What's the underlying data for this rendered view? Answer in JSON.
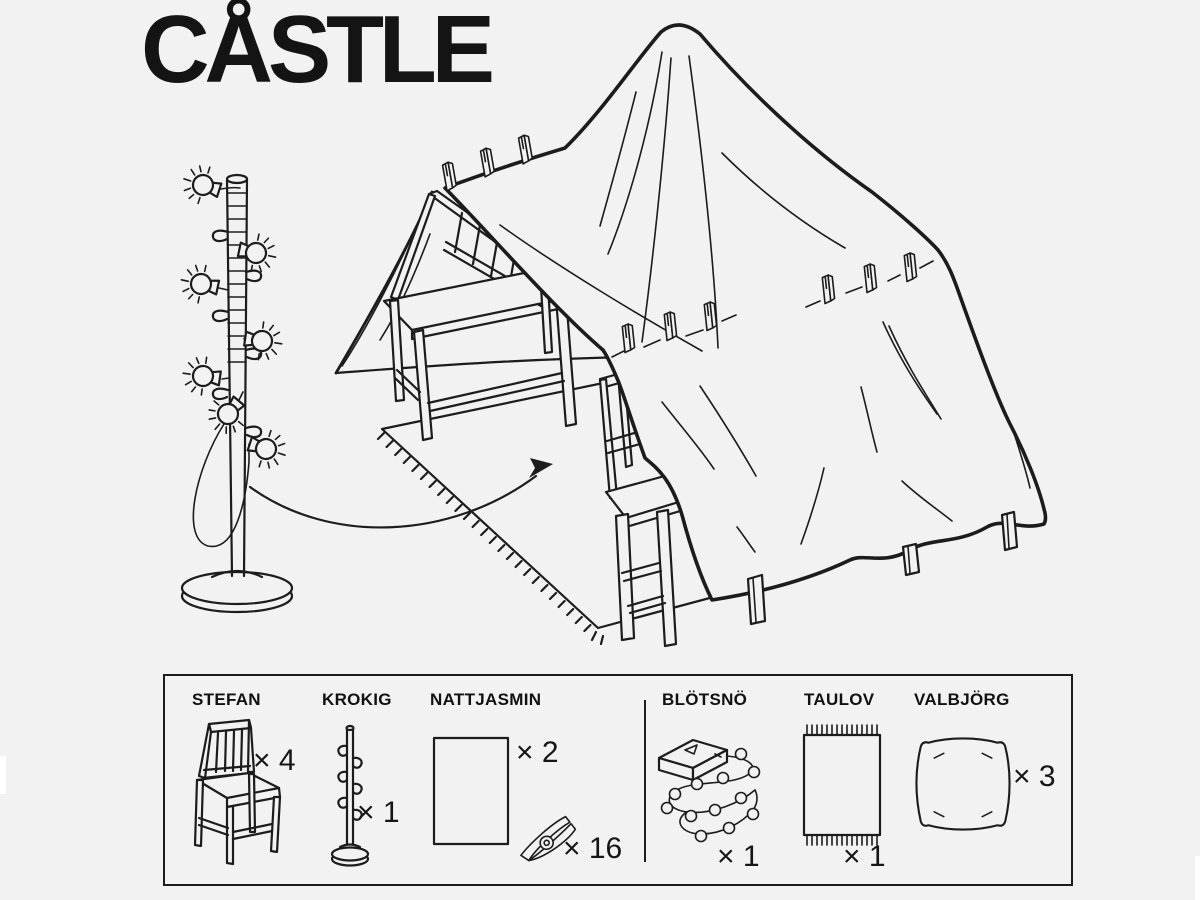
{
  "page": {
    "background_color": "#f2f2f3",
    "ink_color": "#1c1c1c"
  },
  "title": "CÅSTLE",
  "illustration": {
    "icons": [
      "coat-rack-with-string-lights-icon",
      "blanket-fort-over-chairs-icon",
      "fringed-rug-icon",
      "clothespins-icon",
      "assembly-arrow-icon"
    ]
  },
  "parts_list": {
    "groups": [
      {
        "items": [
          {
            "name": "STEFAN",
            "count": "× 4",
            "icon": "chair-icon"
          },
          {
            "name": "KROKIG",
            "count": "× 1",
            "icon": "coat-rack-icon"
          },
          {
            "name": "NATTJASMIN",
            "count": "× 2",
            "icon": "sheet-icon",
            "extra_icon": "clothespin-icon",
            "extra_count": "× 16"
          }
        ]
      },
      {
        "items": [
          {
            "name": "BLÖTSNÖ",
            "count": "× 1",
            "icon": "string-lights-icon"
          },
          {
            "name": "TAULOV",
            "count": "× 1",
            "icon": "rug-icon"
          },
          {
            "name": "VALBJÖRG",
            "count": "× 3",
            "icon": "pillow-icon"
          }
        ]
      }
    ]
  }
}
